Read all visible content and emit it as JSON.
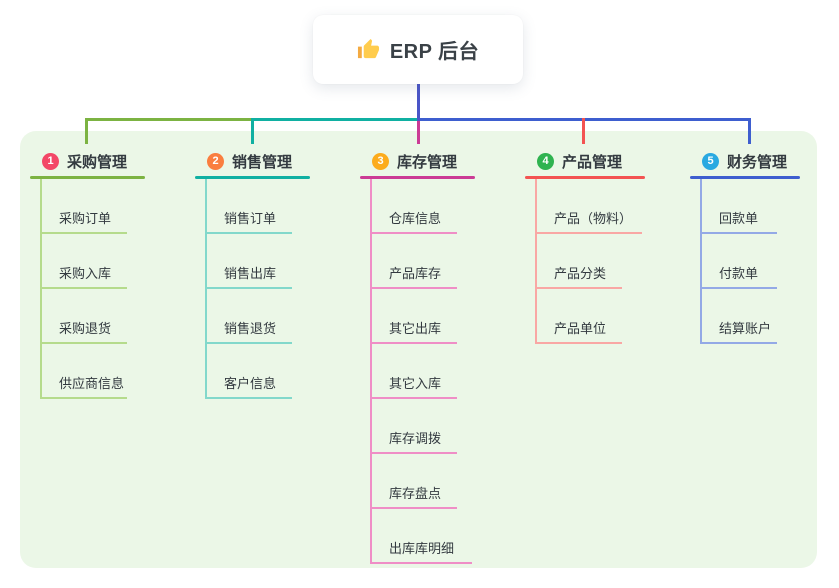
{
  "root": {
    "title": "ERP 后台",
    "icon": "thumbs-up"
  },
  "canvas": {
    "panel_bg": "#EBF7E7",
    "root_line_color": "#4A55C8",
    "text_color": "#333A40"
  },
  "branches": [
    {
      "badge": "1",
      "title": "采购管理",
      "color": "#7CB342",
      "light_color": "#B5DB8C",
      "badge_color": "#F34767",
      "children": [
        "采购订单",
        "采购入库",
        "采购退货",
        "供应商信息"
      ]
    },
    {
      "badge": "2",
      "title": "销售管理",
      "color": "#10B0A2",
      "light_color": "#82D8CB",
      "badge_color": "#FA7E3F",
      "children": [
        "销售订单",
        "销售出库",
        "销售退货",
        "客户信息"
      ]
    },
    {
      "badge": "3",
      "title": "库存管理",
      "color": "#CB3B95",
      "light_color": "#EF8EC6",
      "badge_color": "#FCAC1C",
      "children": [
        "仓库信息",
        "产品库存",
        "其它出库",
        "其它入库",
        "库存调拨",
        "库存盘点",
        "出库库明细"
      ]
    },
    {
      "badge": "4",
      "title": "产品管理",
      "color": "#F35352",
      "light_color": "#F9A7A4",
      "badge_color": "#2FB350",
      "children": [
        "产品（物料）",
        "产品分类",
        "产品单位"
      ]
    },
    {
      "badge": "5",
      "title": "财务管理",
      "color": "#3E5ECF",
      "light_color": "#93A9E6",
      "badge_color": "#29A9E1",
      "children": [
        "回款单",
        "付款单",
        "结算账户"
      ]
    }
  ]
}
